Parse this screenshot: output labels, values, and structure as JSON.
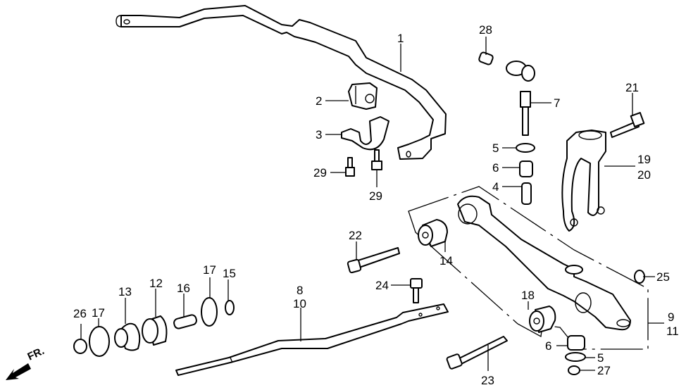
{
  "diagram": {
    "title": "Front Stabilizer / Front Lower Arm",
    "direction_marker": "FR.",
    "callouts": [
      {
        "id": "c1",
        "text": "1"
      },
      {
        "id": "c2",
        "text": "2"
      },
      {
        "id": "c3",
        "text": "3"
      },
      {
        "id": "c4",
        "text": "4"
      },
      {
        "id": "c5a",
        "text": "5"
      },
      {
        "id": "c5b",
        "text": "5"
      },
      {
        "id": "c6a",
        "text": "6"
      },
      {
        "id": "c6b",
        "text": "6"
      },
      {
        "id": "c7",
        "text": "7"
      },
      {
        "id": "c8",
        "text": "8"
      },
      {
        "id": "c9",
        "text": "9"
      },
      {
        "id": "c10",
        "text": "10"
      },
      {
        "id": "c11",
        "text": "11"
      },
      {
        "id": "c12",
        "text": "12"
      },
      {
        "id": "c13",
        "text": "13"
      },
      {
        "id": "c14",
        "text": "14"
      },
      {
        "id": "c15",
        "text": "15"
      },
      {
        "id": "c16",
        "text": "16"
      },
      {
        "id": "c17a",
        "text": "17"
      },
      {
        "id": "c17b",
        "text": "17"
      },
      {
        "id": "c18",
        "text": "18"
      },
      {
        "id": "c19",
        "text": "19"
      },
      {
        "id": "c20",
        "text": "20"
      },
      {
        "id": "c21",
        "text": "21"
      },
      {
        "id": "c22",
        "text": "22"
      },
      {
        "id": "c23",
        "text": "23"
      },
      {
        "id": "c24",
        "text": "24"
      },
      {
        "id": "c25",
        "text": "25"
      },
      {
        "id": "c26",
        "text": "26"
      },
      {
        "id": "c27",
        "text": "27"
      },
      {
        "id": "c28",
        "text": "28"
      },
      {
        "id": "c29a",
        "text": "29"
      },
      {
        "id": "c29b",
        "text": "29"
      }
    ]
  }
}
